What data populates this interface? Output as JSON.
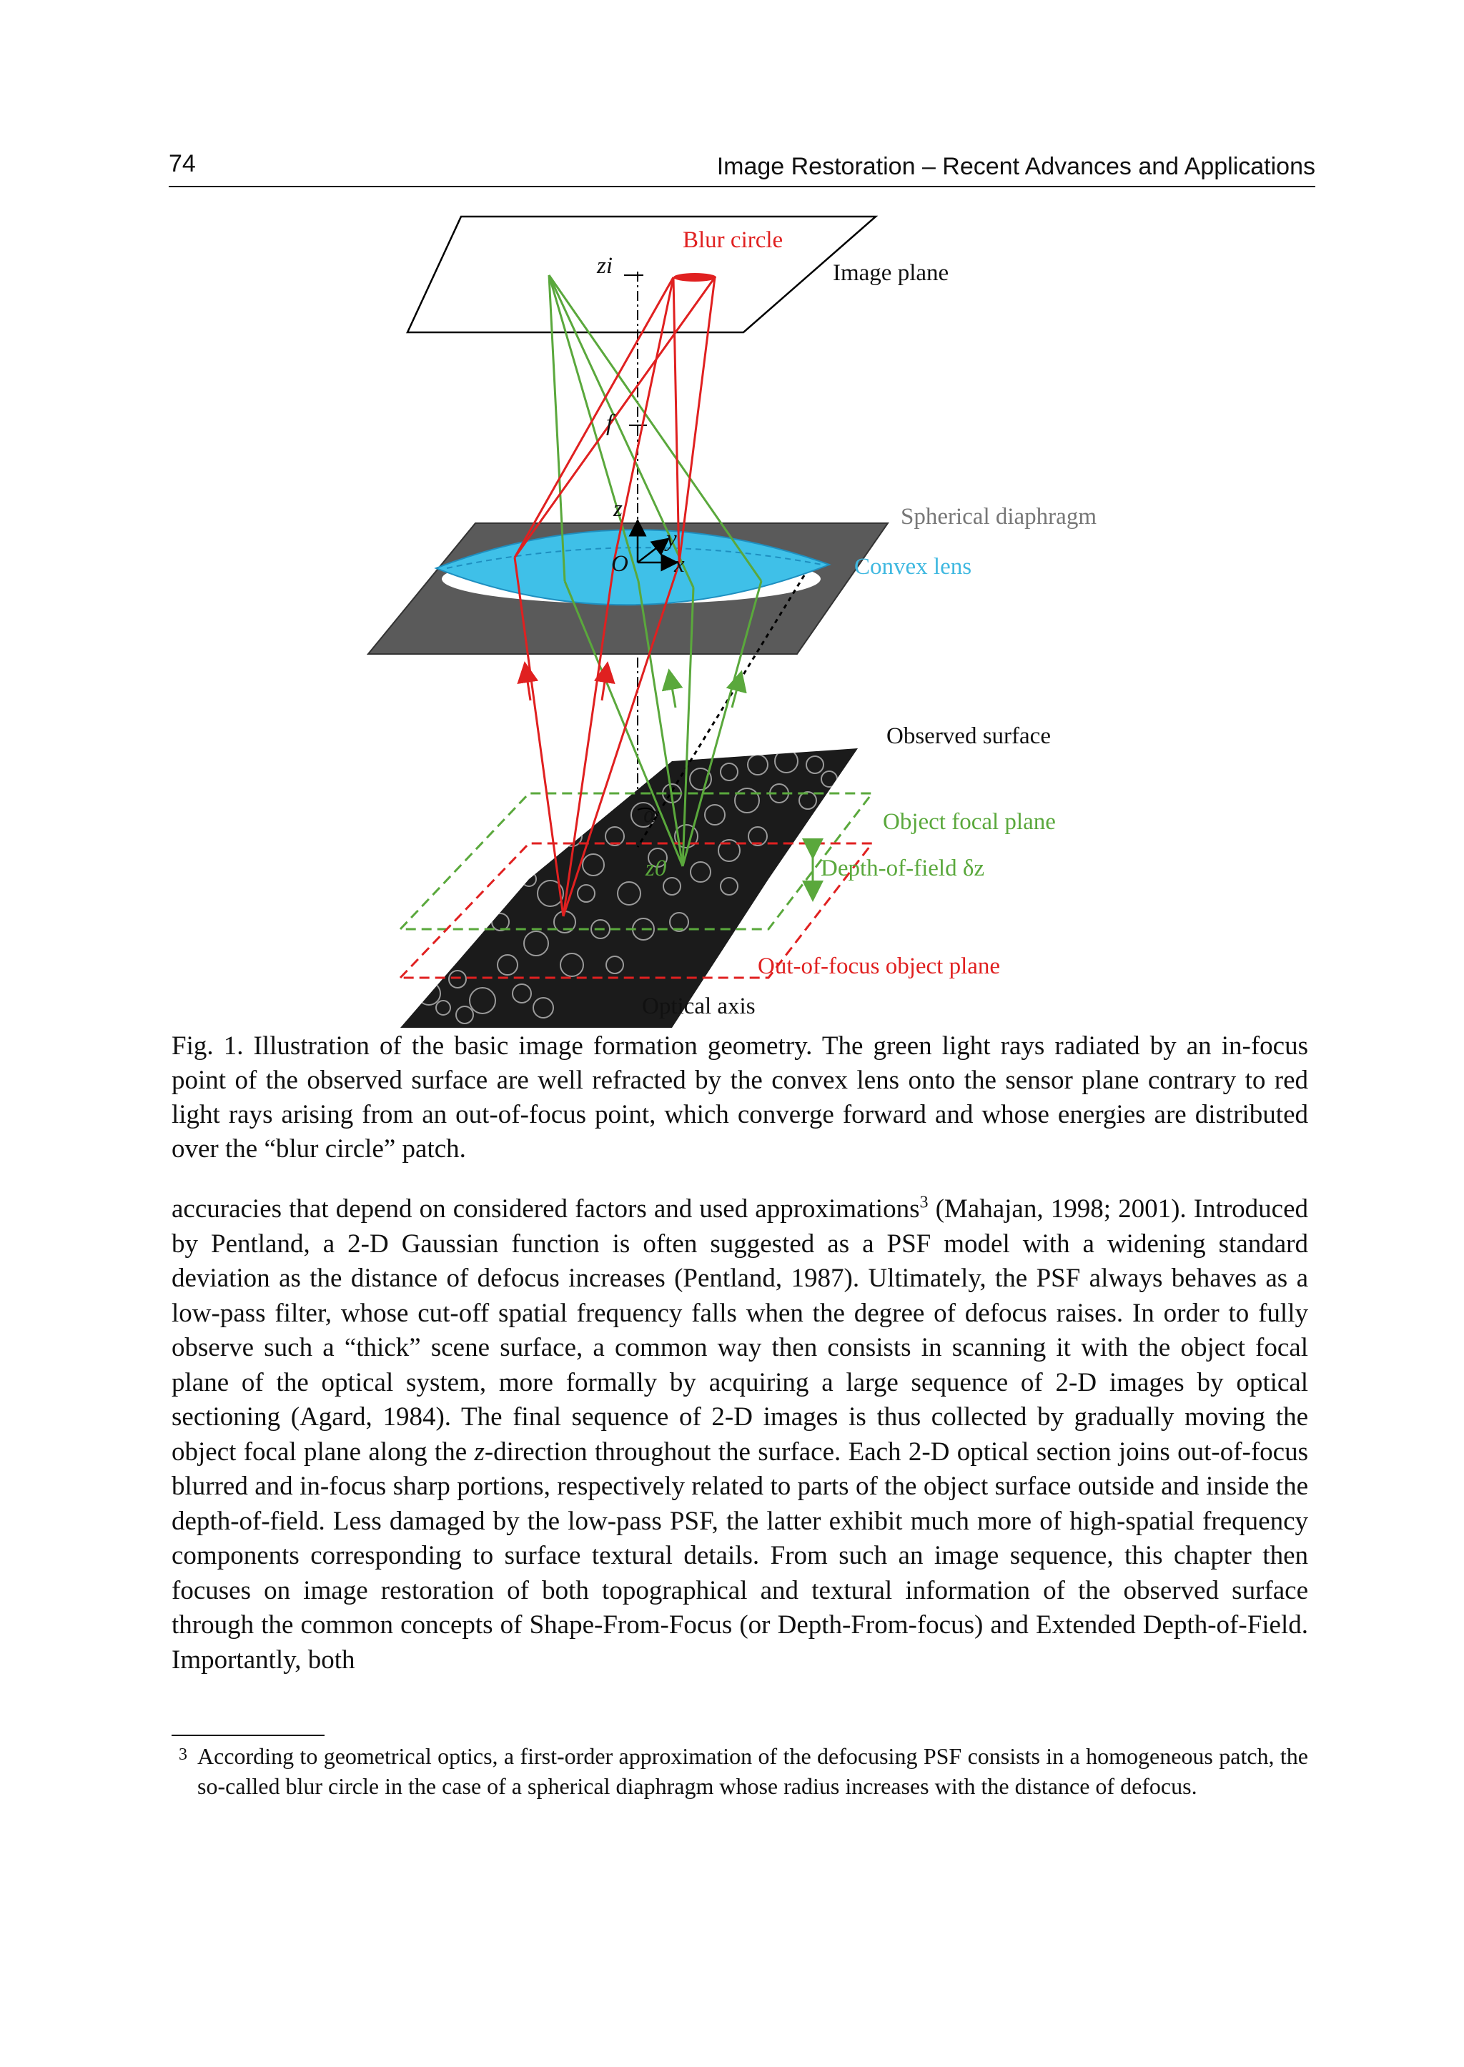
{
  "header": {
    "page_number": "74",
    "book_title": "Image Restoration – Recent Advances and Applications"
  },
  "figure": {
    "labels": {
      "blur_circle": "Blur circle",
      "image_plane": "Image plane",
      "spherical_diaphragm": "Spherical diaphragm",
      "convex_lens": "Convex lens",
      "observed_surface": "Observed surface",
      "object_focal_plane": "Object focal plane",
      "depth_of_field": "Depth-of-field δz",
      "out_of_focus_plane": "Out-of-focus object plane",
      "optical_axis": "Optical axis",
      "zi": "zi",
      "f": "f",
      "z_vec": "z",
      "y_vec": "y",
      "x_vec": "x",
      "origin": "O",
      "alpha": "α",
      "z0": "z0"
    },
    "colors": {
      "green_rays": "#5aa83c",
      "red_rays": "#e02020",
      "lens": "#3fc0e8",
      "diaphragm": "#555555",
      "diaphragm_label": "#777777"
    }
  },
  "caption": "Fig. 1. Illustration of the basic image formation geometry. The green light rays radiated by an in-focus point of the observed surface are well refracted by the convex lens onto the sensor plane contrary to red light rays arising from an out-of-focus point, which converge forward and whose energies are distributed over the “blur circle” patch.",
  "body": {
    "p1_a": "accuracies that depend on considered factors and used approximations",
    "p1_sup": "3",
    "p1_b": " (Mahajan, 1998; 2001). Introduced by Pentland, a 2-D Gaussian function is often suggested as a PSF model with a widening standard deviation as the distance of defocus increases (Pentland, 1987). Ultimately, the PSF always behaves as a low-pass filter, whose cut-off spatial frequency falls when the degree of defocus raises. In order to fully observe such a “thick” scene surface, a common way then consists in scanning it with the object focal plane of the optical system, more formally by acquiring a large sequence of 2-D images by optical sectioning (Agard, 1984). The final sequence of 2-D images is thus collected by gradually moving the object focal plane along the ",
    "p1_z": "z",
    "p1_c": "-direction throughout the surface. Each 2-D optical section joins out-of-focus blurred and in-focus sharp portions, respectively related to parts of the object surface outside and inside the depth-of-field. Less damaged by the low-pass PSF, the latter exhibit much more of high-spatial frequency components corresponding to surface textural details. From such an image sequence, this chapter then focuses on image restoration of both topographical and textural information of the observed surface through the common concepts of Shape-From-Focus (or Depth-From-focus) and Extended Depth-of-Field. Importantly, both"
  },
  "footnote": {
    "mark": "3",
    "text": "According to geometrical optics, a first-order approximation of the defocusing PSF consists in a homogeneous patch, the so-called blur circle in the case of a spherical diaphragm whose radius increases with the distance of defocus."
  }
}
